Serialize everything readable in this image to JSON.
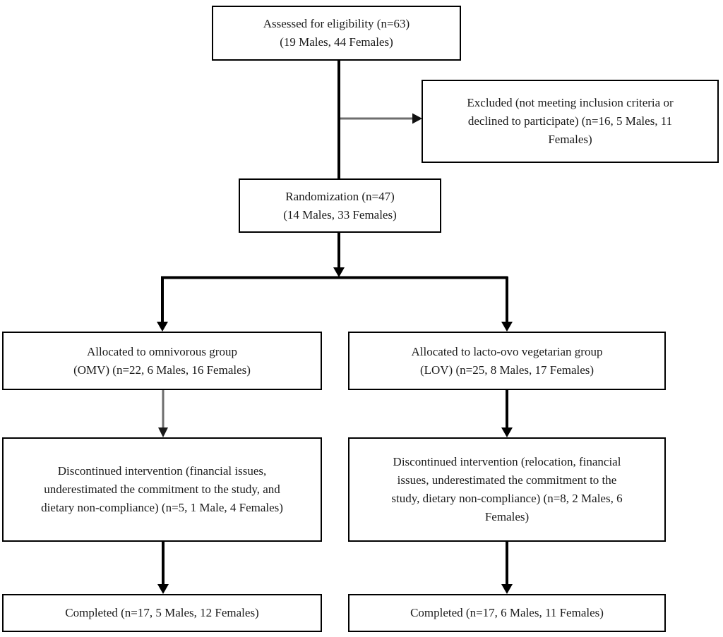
{
  "diagram": {
    "type": "flowchart",
    "subject": "participant-flow-consort-diagram",
    "colors": {
      "background": "#ffffff",
      "box_border": "#000000",
      "text": "#1a1a1a",
      "arrow_black": "#000000",
      "arrow_gray": "#6e6e6e"
    },
    "nodes": {
      "assessed": {
        "lines": [
          "Assessed for eligibility (n=63)",
          "(19 Males, 44 Females)"
        ]
      },
      "excluded": {
        "lines": [
          "Excluded (not meeting inclusion criteria or",
          "declined to participate) (n=16, 5 Males, 11",
          "Females)"
        ]
      },
      "randomization": {
        "lines": [
          "Randomization (n=47)",
          "(14 Males, 33 Females)"
        ]
      },
      "allocated_omv": {
        "lines": [
          "Allocated to omnivorous group",
          "(OMV) (n=22, 6 Males, 16 Females)"
        ]
      },
      "allocated_lov": {
        "lines": [
          "Allocated to lacto-ovo vegetarian group",
          "(LOV) (n=25, 8 Males, 17 Females)"
        ]
      },
      "discontinued_omv": {
        "lines": [
          "Discontinued intervention (financial issues,",
          "underestimated the commitment to the study, and",
          "dietary non-compliance) (n=5, 1 Male, 4 Females)"
        ]
      },
      "discontinued_lov": {
        "lines": [
          "Discontinued intervention (relocation, financial",
          "issues, underestimated the commitment to the",
          "study, dietary non-compliance) (n=8, 2 Males, 6",
          "Females)"
        ]
      },
      "completed_omv": {
        "lines": [
          "Completed (n=17, 5 Males, 12 Females)"
        ]
      },
      "completed_lov": {
        "lines": [
          "Completed (n=17, 6 Males, 11 Females)"
        ]
      }
    },
    "edges": [
      {
        "from": "assessed",
        "to": "randomization",
        "arrowhead": false,
        "style": "black"
      },
      {
        "from": "assessed",
        "to": "excluded",
        "arrowhead": true,
        "style": "gray"
      },
      {
        "from": "randomization",
        "to": "allocated_omv",
        "arrowhead": true,
        "style": "black"
      },
      {
        "from": "randomization",
        "to": "allocated_lov",
        "arrowhead": true,
        "style": "black"
      },
      {
        "from": "allocated_omv",
        "to": "discontinued_omv",
        "arrowhead": true,
        "style": "gray"
      },
      {
        "from": "allocated_lov",
        "to": "discontinued_lov",
        "arrowhead": true,
        "style": "black"
      },
      {
        "from": "discontinued_omv",
        "to": "completed_omv",
        "arrowhead": true,
        "style": "black"
      },
      {
        "from": "discontinued_lov",
        "to": "completed_lov",
        "arrowhead": true,
        "style": "black"
      }
    ]
  }
}
